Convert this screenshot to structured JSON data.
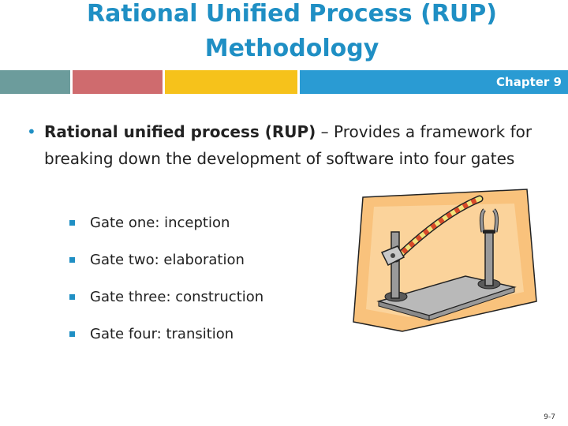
{
  "slide": {
    "title": "Rational Unified Process (RUP) Methodology",
    "chapter": "Chapter 9",
    "colors": {
      "title": "#1f8fc4",
      "band_teal": "#6c9c9c",
      "band_red": "#cf6b6e",
      "band_gold": "#f6c21b",
      "band_blue": "#2a9bd3",
      "bullet": "#1f8fc4"
    },
    "main_bullet": {
      "bold": "Rational unified process (RUP)",
      "rest": " – Provides a framework for breaking down the development of software into four gates"
    },
    "sub_bullets": [
      "Gate one: inception",
      "Gate two: elaboration",
      "Gate three: construction",
      "Gate four: transition"
    ],
    "illustration": "gate-barrier-clipart",
    "page_number": "9-7"
  }
}
